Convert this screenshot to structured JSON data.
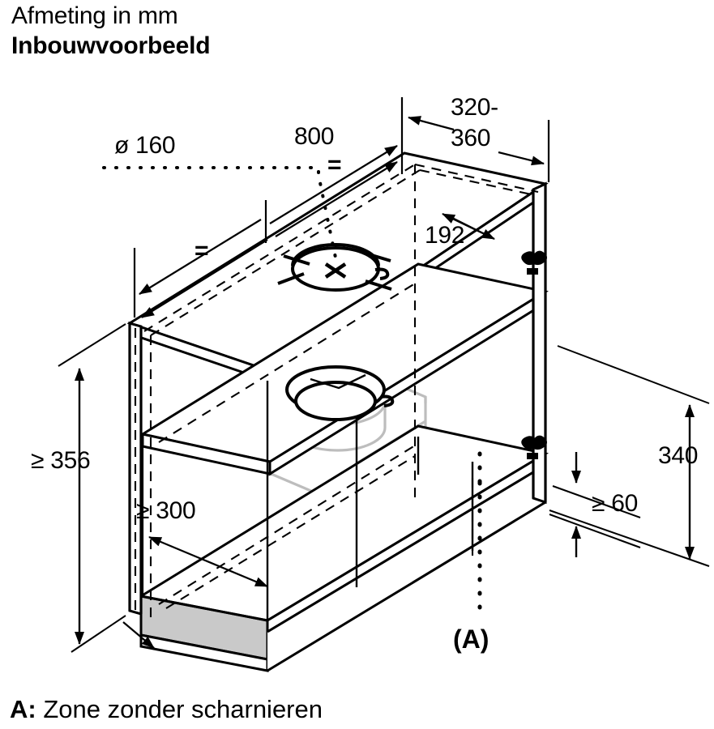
{
  "document": {
    "unit_heading": "Afmeting in mm",
    "example_heading": "Inbouwvoorbeeld",
    "legend": {
      "key": "A:",
      "text": "Zone zonder scharnieren"
    },
    "zone_reference_label": "(A)"
  },
  "dimensions": {
    "duct_diameter": "ø 160",
    "cabinet_width": "800",
    "cabinet_depth_range": "320-\n360",
    "depth_range_line1": "320-",
    "depth_range_line2": "360",
    "duct_offset_from_back": "192",
    "min_cabinet_inner_height": "≥ 356",
    "min_shelf_depth": "≥ 300",
    "side_panel_height": "340",
    "min_bottom_clearance": "≥ 60",
    "equal_marker": "="
  },
  "annotations": {
    "equal_left": "=",
    "equal_right": "="
  },
  "colors": {
    "line": "#000000",
    "background": "#ffffff",
    "shaded_zone": "#c9c9c9",
    "ghost_outline": "#bdbdbd"
  },
  "icons": {
    "hinge_upper": "hinge-icon",
    "hinge_lower": "hinge-icon",
    "vent_marker": "circle-crosshair-icon",
    "duct_collar": "duct-collar-icon"
  }
}
